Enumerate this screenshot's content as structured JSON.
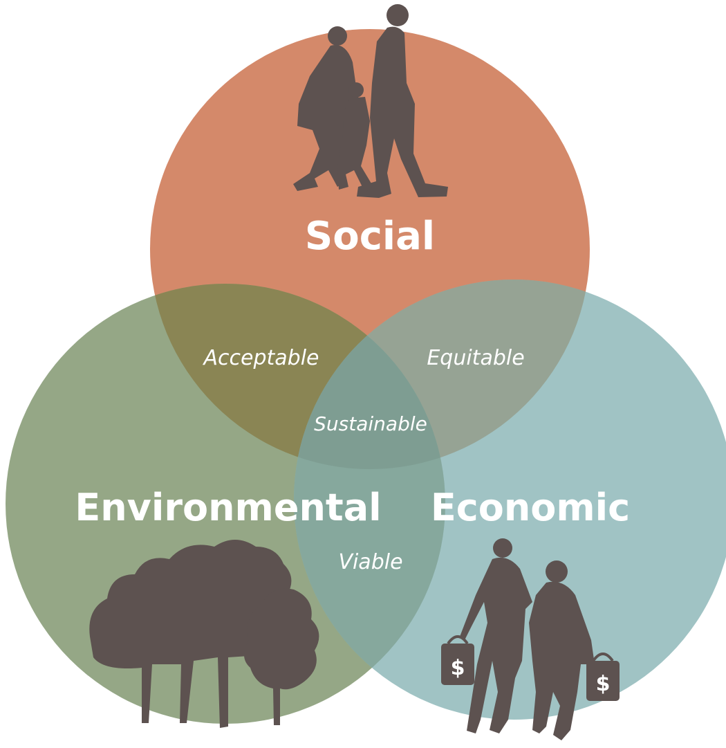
{
  "circles": {
    "social": {
      "label": "Social",
      "color": "#d4896a"
    },
    "environmental": {
      "label": "Environmental",
      "color": "#8fa27f"
    },
    "economic": {
      "label": "Economic",
      "color": "#8fb8ba"
    }
  },
  "overlaps": {
    "social_environmental": "Acceptable",
    "social_economic": "Equitable",
    "environmental_economic": "Viable",
    "center": "Sustainable"
  },
  "icons": {
    "social": "family-walking-icon",
    "environmental": "trees-icon",
    "economic": "shopping-couple-icon"
  },
  "silhouette_color": "#5d5250"
}
